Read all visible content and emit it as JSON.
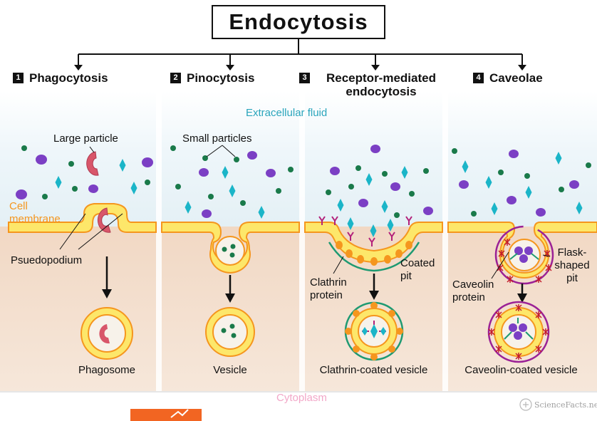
{
  "title": "Endocytosis",
  "headings": [
    {
      "number": "1",
      "label": "Phagocytosis"
    },
    {
      "number": "2",
      "label": "Pinocytosis"
    },
    {
      "number": "3",
      "label": "Receptor-mediated endocytosis"
    },
    {
      "number": "4",
      "label": "Caveolae"
    }
  ],
  "labels": {
    "extracellular_fluid": "Extracellular fluid",
    "large_particle": "Large particle",
    "cell_membrane": "Cell membrane",
    "psuedopodium": "Psuedopodium",
    "small_particles": "Small particles",
    "clathrin_protein": "Clathrin protein",
    "coated_pit": "Coated pit",
    "caveolin_protein": "Caveolin protein",
    "flask_shaped_pit": "Flask-shaped pit",
    "cytoplasm": "Cytoplasm"
  },
  "captions": [
    "Phagosome",
    "Vesicle",
    "Clathrin-coated vesicle",
    "Caveolin-coated vesicle"
  ],
  "watermark": "ScienceFacts.net",
  "colors": {
    "membrane_outline": "#f5961e",
    "membrane_fill": "#fde76a",
    "cytoplasm": "#f4dfcd",
    "particle_green": "#1a7a4a",
    "particle_purple": "#7b3fc4",
    "particle_cyan": "#1bb5c8",
    "large_particle": "#d8566a",
    "clathrin": "#1e9a72",
    "caveolin": "#9b2196",
    "receptor": "#b3207a"
  }
}
